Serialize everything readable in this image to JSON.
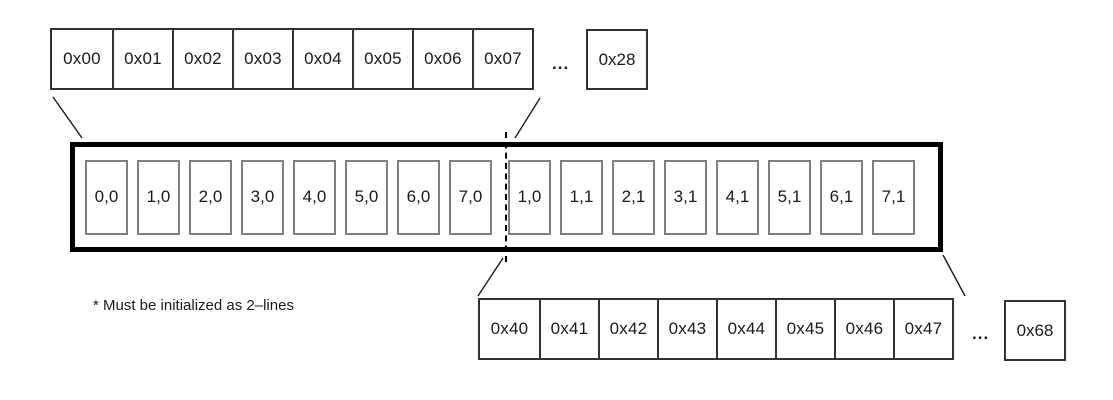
{
  "top_memory_row": {
    "cells": [
      "0x00",
      "0x01",
      "0x02",
      "0x03",
      "0x04",
      "0x05",
      "0x06",
      "0x07"
    ],
    "ellipsis": "...",
    "last_cell": "0x28"
  },
  "cache_lines_box": {
    "line0_cells": [
      "0,0",
      "1,0",
      "2,0",
      "3,0",
      "4,0",
      "5,0",
      "6,0",
      "7,0"
    ],
    "line1_cells": [
      "1,0",
      "1,1",
      "2,1",
      "3,1",
      "4,1",
      "5,1",
      "6,1",
      "7,1"
    ]
  },
  "bottom_memory_row": {
    "cells": [
      "0x40",
      "0x41",
      "0x42",
      "0x43",
      "0x44",
      "0x45",
      "0x46",
      "0x47"
    ],
    "ellipsis": "...",
    "last_cell": "0x68"
  },
  "note": "* Must be initialized as 2–lines",
  "colors": {
    "background": "#ffffff",
    "row_border": "#333333",
    "container_border": "#000000",
    "inner_cell_border": "#7f7f7f",
    "text": "#1a1a1a"
  }
}
